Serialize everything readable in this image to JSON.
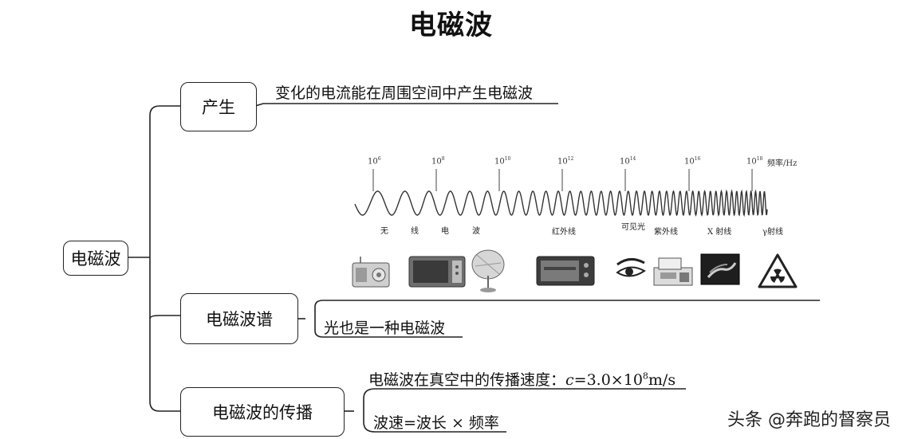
{
  "title": "电磁波",
  "root": {
    "label": "电磁波"
  },
  "branches": {
    "generation": {
      "label": "产生",
      "note": "变化的电流能在周围空间中产生电磁波"
    },
    "spectrum": {
      "label": "电磁波谱",
      "note": "光也是一种电磁波",
      "frequency_ticks": [
        {
          "base": "10",
          "exp": "6"
        },
        {
          "base": "10",
          "exp": "8"
        },
        {
          "base": "10",
          "exp": "10"
        },
        {
          "base": "10",
          "exp": "12"
        },
        {
          "base": "10",
          "exp": "14"
        },
        {
          "base": "10",
          "exp": "16"
        },
        {
          "base": "10",
          "exp": "18"
        }
      ],
      "frequency_unit": "频率/Hz",
      "band_labels": {
        "radio": [
          "无",
          "线",
          "电",
          "波"
        ],
        "infrared": "红外线",
        "visible": "可见光",
        "ultraviolet": "紫外线",
        "xray": "X 射线",
        "gamma": "γ射线"
      },
      "icons": [
        "radio-icon",
        "microwave-oven-icon",
        "satellite-dish-icon",
        "toaster-oven-icon",
        "eye-icon",
        "medical-device-icon",
        "xray-film-icon",
        "radiation-warning-icon"
      ]
    },
    "propagation": {
      "label": "电磁波的传播",
      "speed_prefix": "电磁波在真空中的传播速度：",
      "speed_symbol": "c",
      "speed_value": "=3.0×10",
      "speed_exp": "8",
      "speed_unit": "m/s",
      "formula": "波速=波长 × 频率"
    }
  },
  "watermark": "头条 @奔跑的督察员"
}
